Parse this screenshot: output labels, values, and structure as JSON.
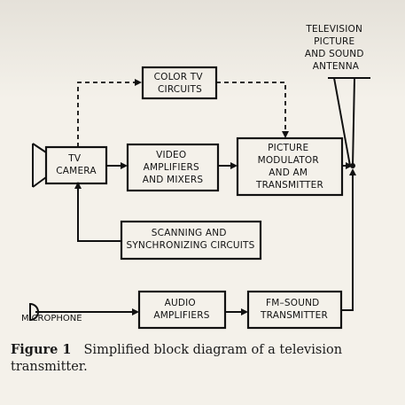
{
  "diagram": {
    "nodes": {
      "color_tv": [
        "COLOR TV",
        "CIRCUITS"
      ],
      "tv_camera": [
        "TV",
        "CAMERA"
      ],
      "video_amp": [
        "VIDEO",
        "AMPLIFIERS",
        "AND MIXERS"
      ],
      "picture_mod": [
        "PICTURE",
        "MODULATOR",
        "AND AM",
        "TRANSMITTER"
      ],
      "scanning": [
        "SCANNING AND",
        "SYNCHRONIZING CIRCUITS"
      ],
      "audio_amp": [
        "AUDIO",
        "AMPLIFIERS"
      ],
      "fm_sound": [
        "FM–SOUND",
        "TRANSMITTER"
      ]
    },
    "antenna_label": [
      "TELEVISION",
      "PICTURE",
      "AND SOUND",
      "ANTENNA"
    ],
    "microphone_label": "MICROPHONE"
  },
  "caption": {
    "figure_label": "Figure 1",
    "text": "Simplified block diagram of a television transmitter."
  }
}
